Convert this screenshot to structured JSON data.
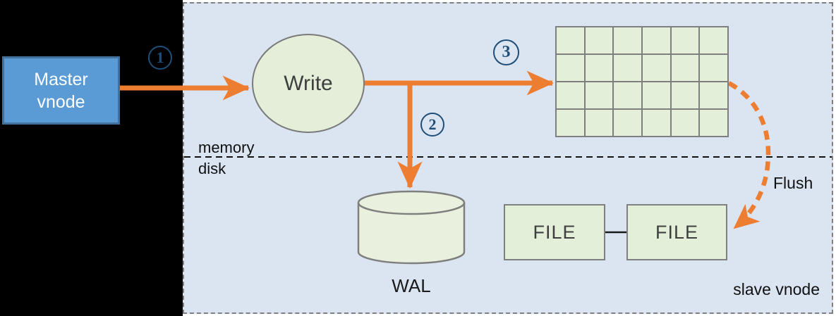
{
  "diagram": {
    "title_context": "slave vnode write flow",
    "nodes": {
      "master_vnode": {
        "line1": "Master",
        "line2": "vnode"
      },
      "write": {
        "label": "Write"
      },
      "wal": {
        "label": "WAL"
      },
      "file1": {
        "label": "FILE"
      },
      "file2": {
        "label": "FILE"
      }
    },
    "steps": [
      {
        "label": "1"
      },
      {
        "label": "2"
      },
      {
        "label": "3"
      }
    ],
    "labels": {
      "memory": "memory",
      "disk": "disk",
      "flush": "Flush",
      "slave_vnode": "slave vnode"
    },
    "memtable_grid": {
      "rows": 4,
      "cols": 6
    },
    "colors": {
      "arrow_orange": "#ed7d31",
      "node_green_fill": "#e4efd9",
      "node_border_gray": "#7f7f7f",
      "master_fill": "#5b9bd5",
      "master_border": "#41719c",
      "step_badge_navy": "#1f4e79",
      "panel_fill": "#dbe5f2",
      "panel_border": "#808080",
      "left_background": "#000000",
      "divider_black": "#111111"
    }
  }
}
